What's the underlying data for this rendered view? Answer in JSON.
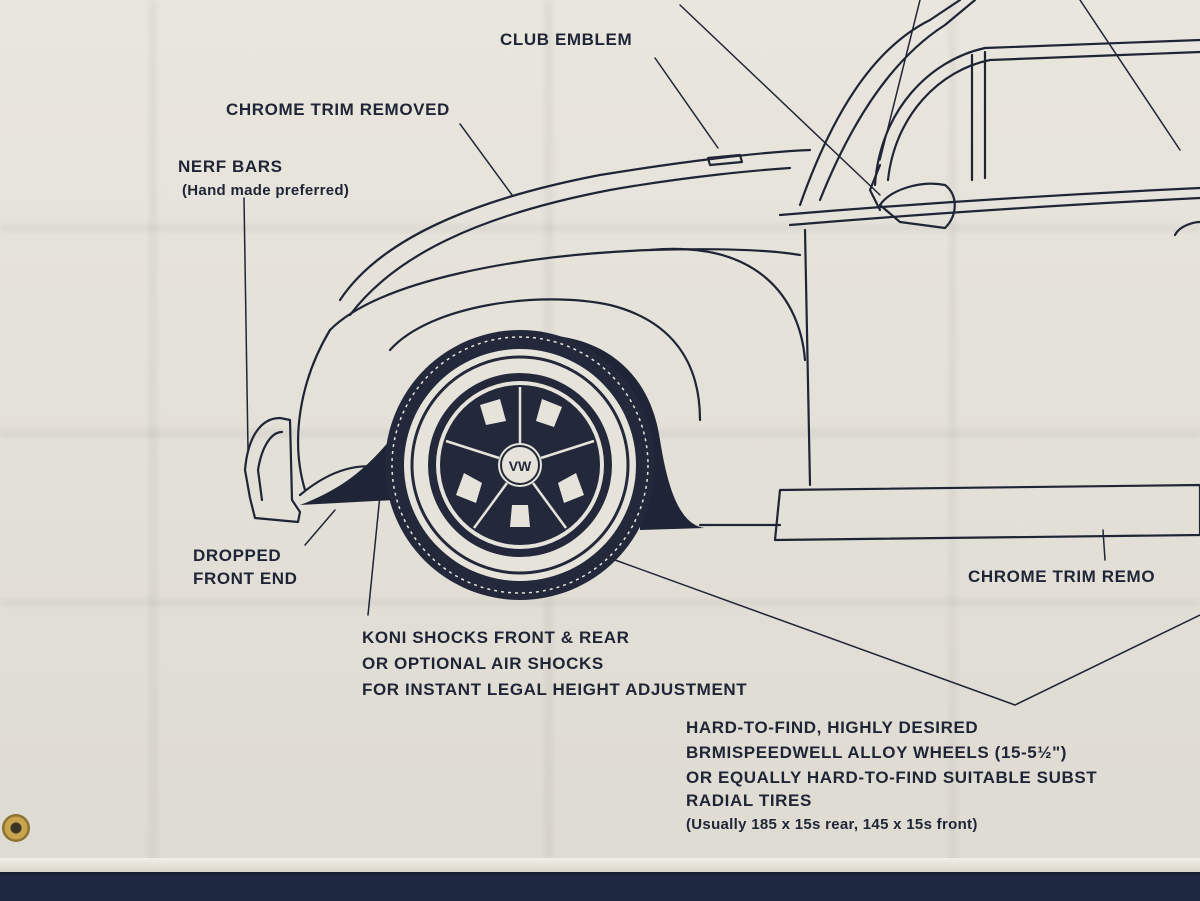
{
  "labels": {
    "club_emblem": "CLUB EMBLEM",
    "chrome_trim_removed": "CHROME TRIM REMOVED",
    "nerf_bars": "NERF BARS",
    "nerf_bars_note": "(Hand made preferred)",
    "dropped_front_end_1": "DROPPED",
    "dropped_front_end_2": "FRONT END",
    "chrome_trim_lower": "CHROME TRIM REMO",
    "koni_1": "KONI SHOCKS FRONT & REAR",
    "koni_2": "OR OPTIONAL AIR SHOCKS",
    "koni_3": "FOR INSTANT LEGAL HEIGHT ADJUSTMENT",
    "wheels_1": "HARD-TO-FIND, HIGHLY DESIRED",
    "wheels_2": "BRMISPEEDWELL ALLOY WHEELS (15-5½\")",
    "wheels_3": "OR EQUALLY HARD-TO-FIND SUITABLE SUBST",
    "wheels_4": "RADIAL TIRES",
    "wheels_5": "(Usually 185 x 15s rear, 145 x 15s front)",
    "hubcap_badge": "VW"
  },
  "colors": {
    "ink": "#1f2536",
    "fabric": "#e6e3db",
    "backdrop": "#1d2740",
    "grommet": "#c8a44e"
  }
}
